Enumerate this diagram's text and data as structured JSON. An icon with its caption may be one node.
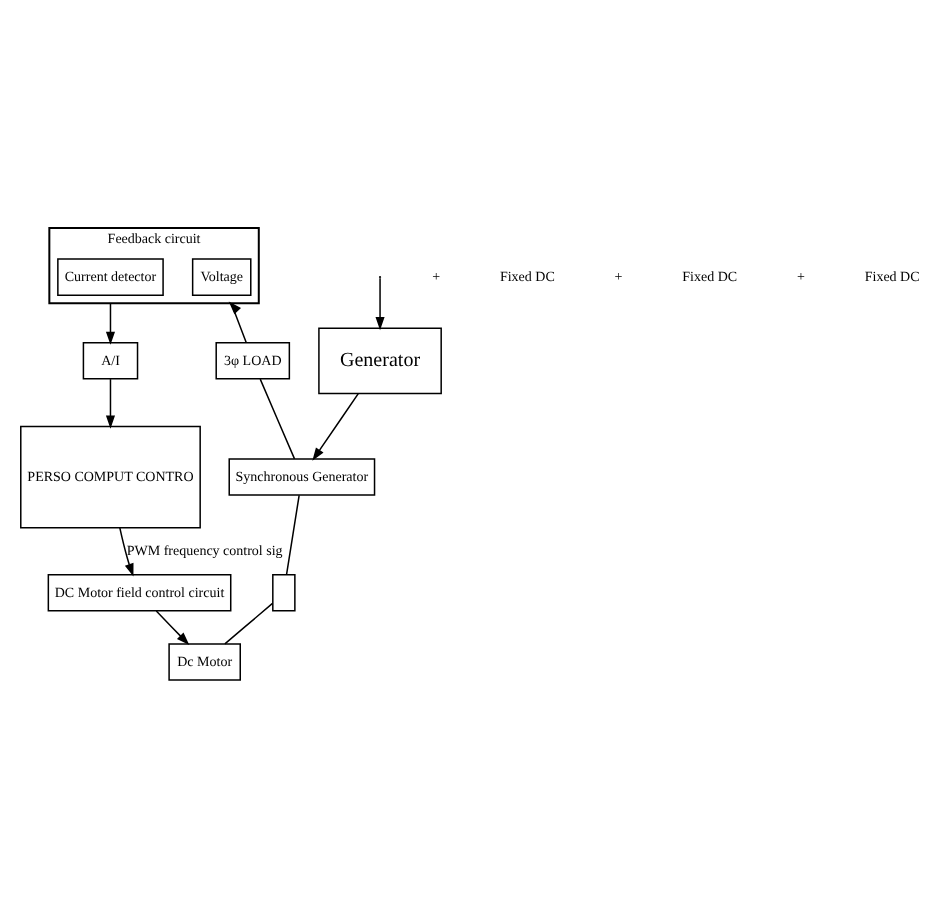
{
  "diagram": {
    "nodes": [
      {
        "text": [
          "Feedback circuit"
        ]
      },
      {
        "text": [
          "Voltage"
        ],
        "in": 0
      },
      {
        "text": [
          "Current detector"
        ],
        "in": 0
      },
      {
        "text": [
          "A/I"
        ]
      },
      {
        "text": [
          "PERSO COMPUT CONTRO"
        ]
      },
      {
        "text": [
          "Synchronous Generator"
        ]
      },
      {
        "text": [
          "Dc Motor"
        ]
      },
      {
        "text": [
          "3φ LOAD"
        ]
      },
      {
        "text": [
          "Generator"
        ]
      },
      {
        "text": [
          "DC Motor field control circuit"
        ]
      },
      {
        "text": [],
        "shape": "box"
      }
    ],
    "edges": [
      {
        "from": 7,
        "to": 0,
        "arrow": "to"
      },
      {
        "from": 0,
        "to": 3,
        "arrow": "to"
      },
      {
        "from": 3,
        "to": 4,
        "arrow": "to"
      },
      {
        "from": 7,
        "to": 5,
        "arrow": "none"
      },
      {
        "from": 5,
        "to": 10,
        "arrow": "none"
      },
      {
        "from": 10,
        "to": 6,
        "arrow": "none"
      },
      {
        "from": 8,
        "to": 5,
        "arrow": "to"
      },
      {
        "from": 9,
        "to": 6,
        "arrow": "to"
      },
      {
        "from": 4,
        "to": 9,
        "arrow": "to",
        "label": "PWM frequency control sig"
      },
      {
        "from": null,
        "to": 8,
        "arrow": "to"
      }
    ],
    "labels": [
      "+",
      "Fixed DC",
      "+",
      "Fixed DC",
      "+",
      "Fixed DC"
    ]
  }
}
